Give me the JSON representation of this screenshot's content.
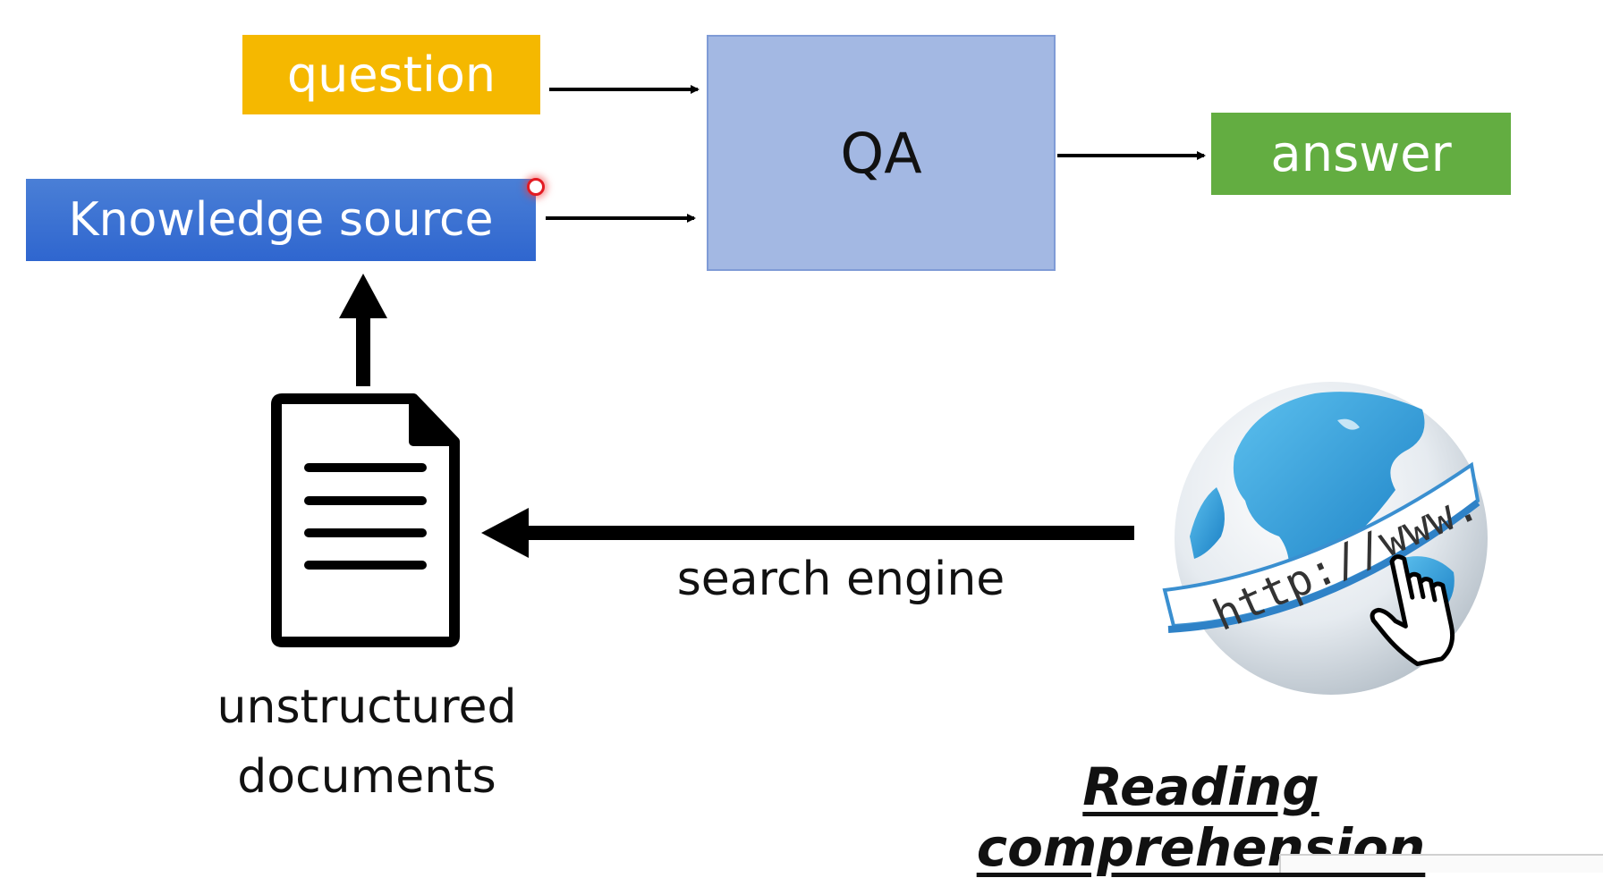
{
  "nodes": {
    "question": "question",
    "knowledge_source": "Knowledge source",
    "qa": "QA",
    "answer": "answer"
  },
  "labels": {
    "search_engine": "search engine",
    "documents_line1": "unstructured",
    "documents_line2": "documents",
    "title": "Reading comprehension"
  },
  "globe": {
    "url_text": "http://www."
  },
  "icons": [
    "document-icon",
    "globe-icon",
    "pointer-cursor-icon"
  ],
  "colors": {
    "question": "#f5b800",
    "knowledge_source": "#3a70d2",
    "qa": "#a3b8e3",
    "answer": "#63ad41",
    "arrow": "#000000"
  }
}
